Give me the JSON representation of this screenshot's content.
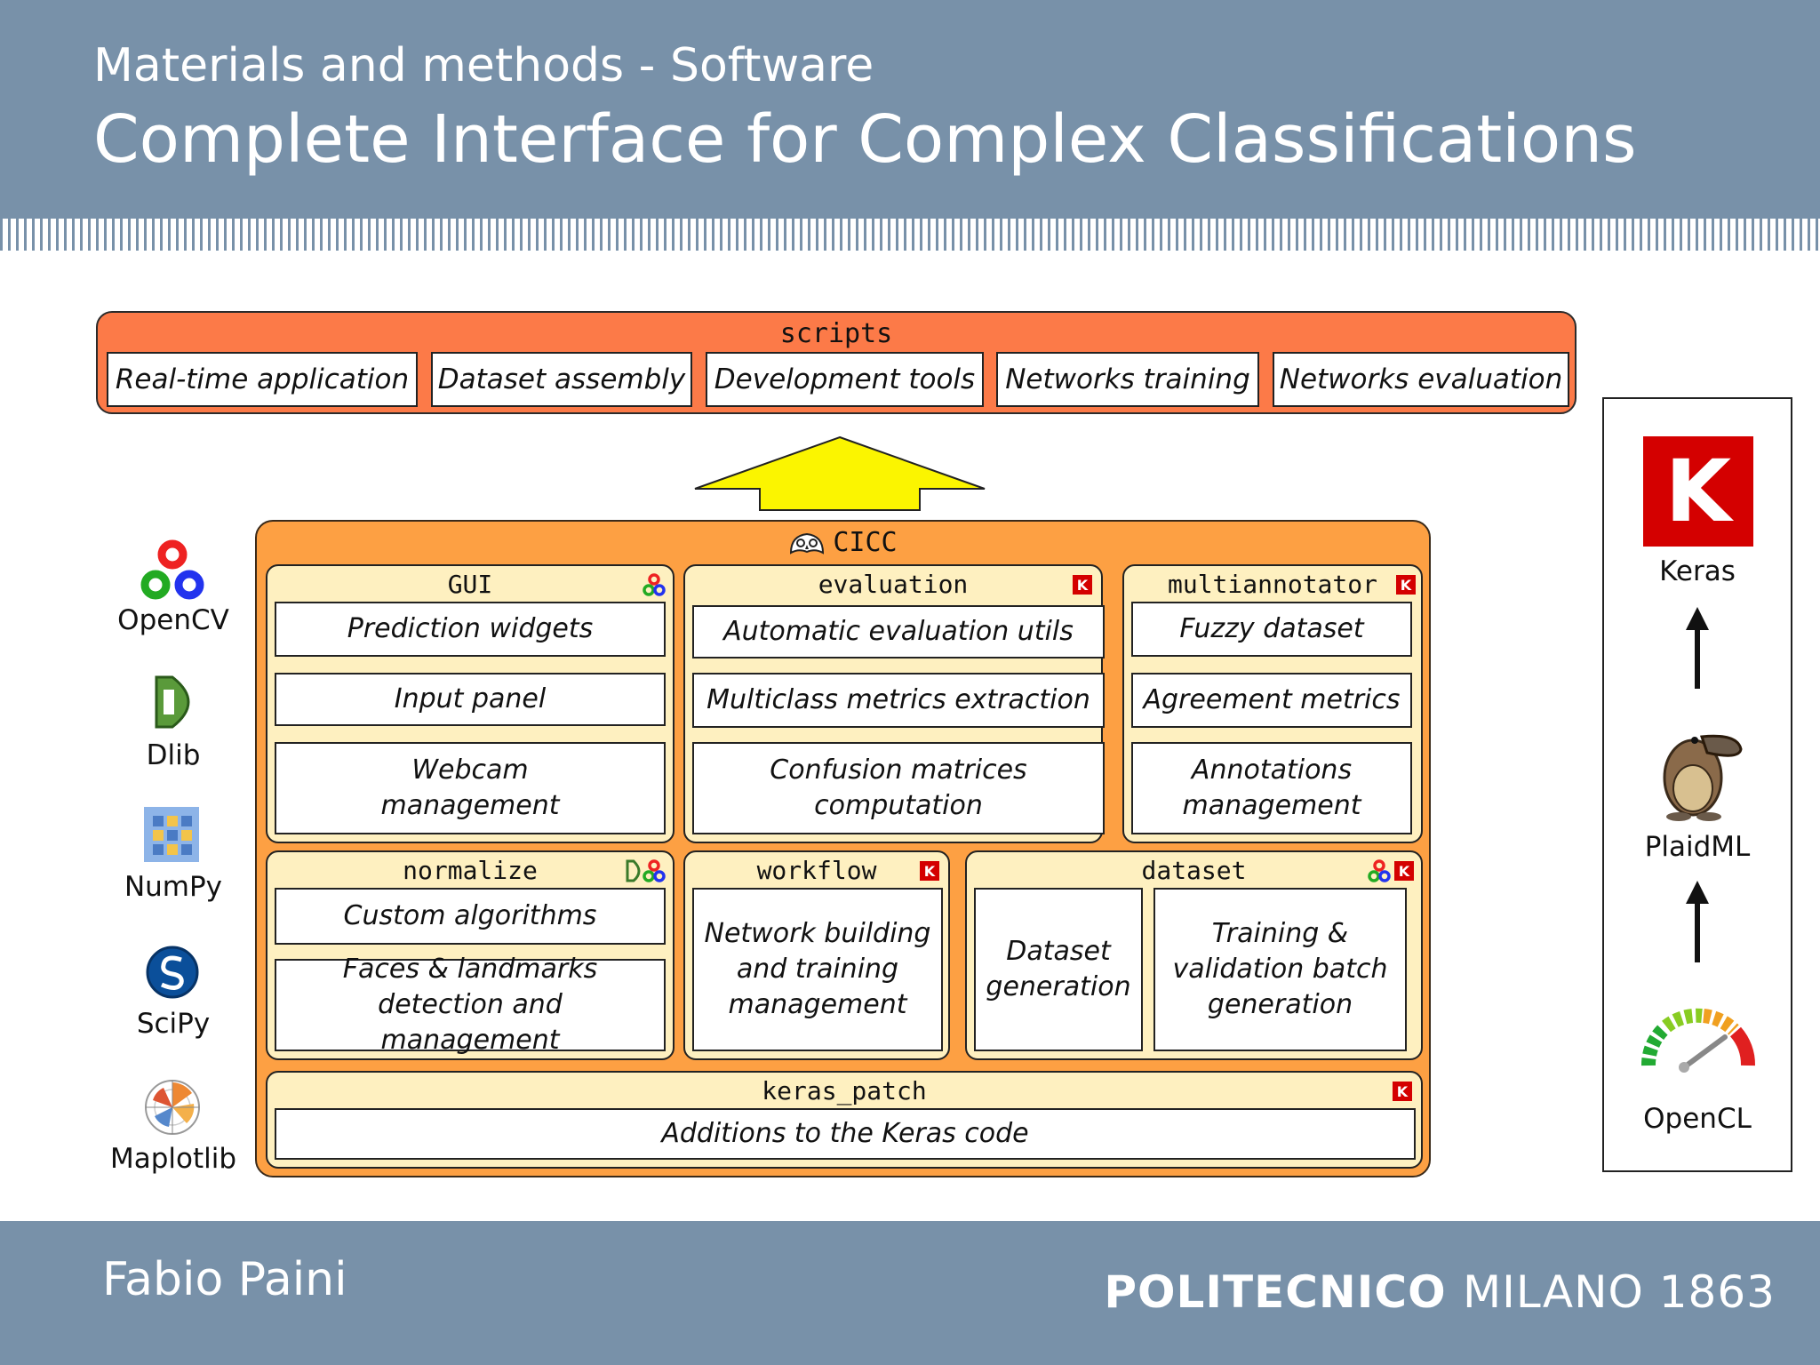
{
  "header": {
    "subtitle": "Materials and methods - Software",
    "title": "Complete Interface for Complex Classifications"
  },
  "scripts": {
    "label": "scripts",
    "items": [
      "Real-time application",
      "Dataset assembly",
      "Development tools",
      "Networks training",
      "Networks evaluation"
    ]
  },
  "cicc": {
    "label": "CICC",
    "modules": {
      "gui": {
        "label": "GUI",
        "items": [
          "Prediction widgets",
          "Input panel",
          "Webcam management"
        ]
      },
      "evaluation": {
        "label": "evaluation",
        "items": [
          "Automatic evaluation utils",
          "Multiclass metrics extraction",
          "Confusion matrices computation"
        ]
      },
      "multiannotator": {
        "label": "multiannotator",
        "items": [
          "Fuzzy dataset",
          "Agreement metrics",
          "Annotations management"
        ]
      },
      "normalize": {
        "label": "normalize",
        "items": [
          "Custom algorithms",
          "Faces & landmarks detection and management"
        ]
      },
      "workflow": {
        "label": "workflow",
        "items": [
          "Network building and training management"
        ]
      },
      "dataset": {
        "label": "dataset",
        "items": [
          "Dataset generation",
          "Training & validation batch generation"
        ]
      },
      "keras_patch": {
        "label": "keras_patch",
        "items": [
          "Additions to the Keras code"
        ]
      }
    },
    "badge_letter": "K"
  },
  "libraries": [
    {
      "name": "OpenCV",
      "icon": "opencv-icon"
    },
    {
      "name": "Dlib",
      "icon": "dlib-icon"
    },
    {
      "name": "NumPy",
      "icon": "numpy-icon"
    },
    {
      "name": "SciPy",
      "icon": "scipy-icon"
    },
    {
      "name": "Maplotlib",
      "icon": "matplotlib-icon"
    }
  ],
  "backend": {
    "keras": {
      "name": "Keras",
      "letter": "K"
    },
    "plaidml": {
      "name": "PlaidML"
    },
    "opencl": {
      "name": "OpenCL"
    }
  },
  "footer": {
    "author": "Fabio Paini",
    "institution_bold": "POLITECNICO",
    "institution_rest": "MILANO 1863"
  },
  "colors": {
    "header": "#7891a9",
    "scripts": "#fc7a48",
    "cicc": "#fda043",
    "module": "#fef0c0",
    "arrow": "#fbf500",
    "keras_red": "#d40000"
  }
}
